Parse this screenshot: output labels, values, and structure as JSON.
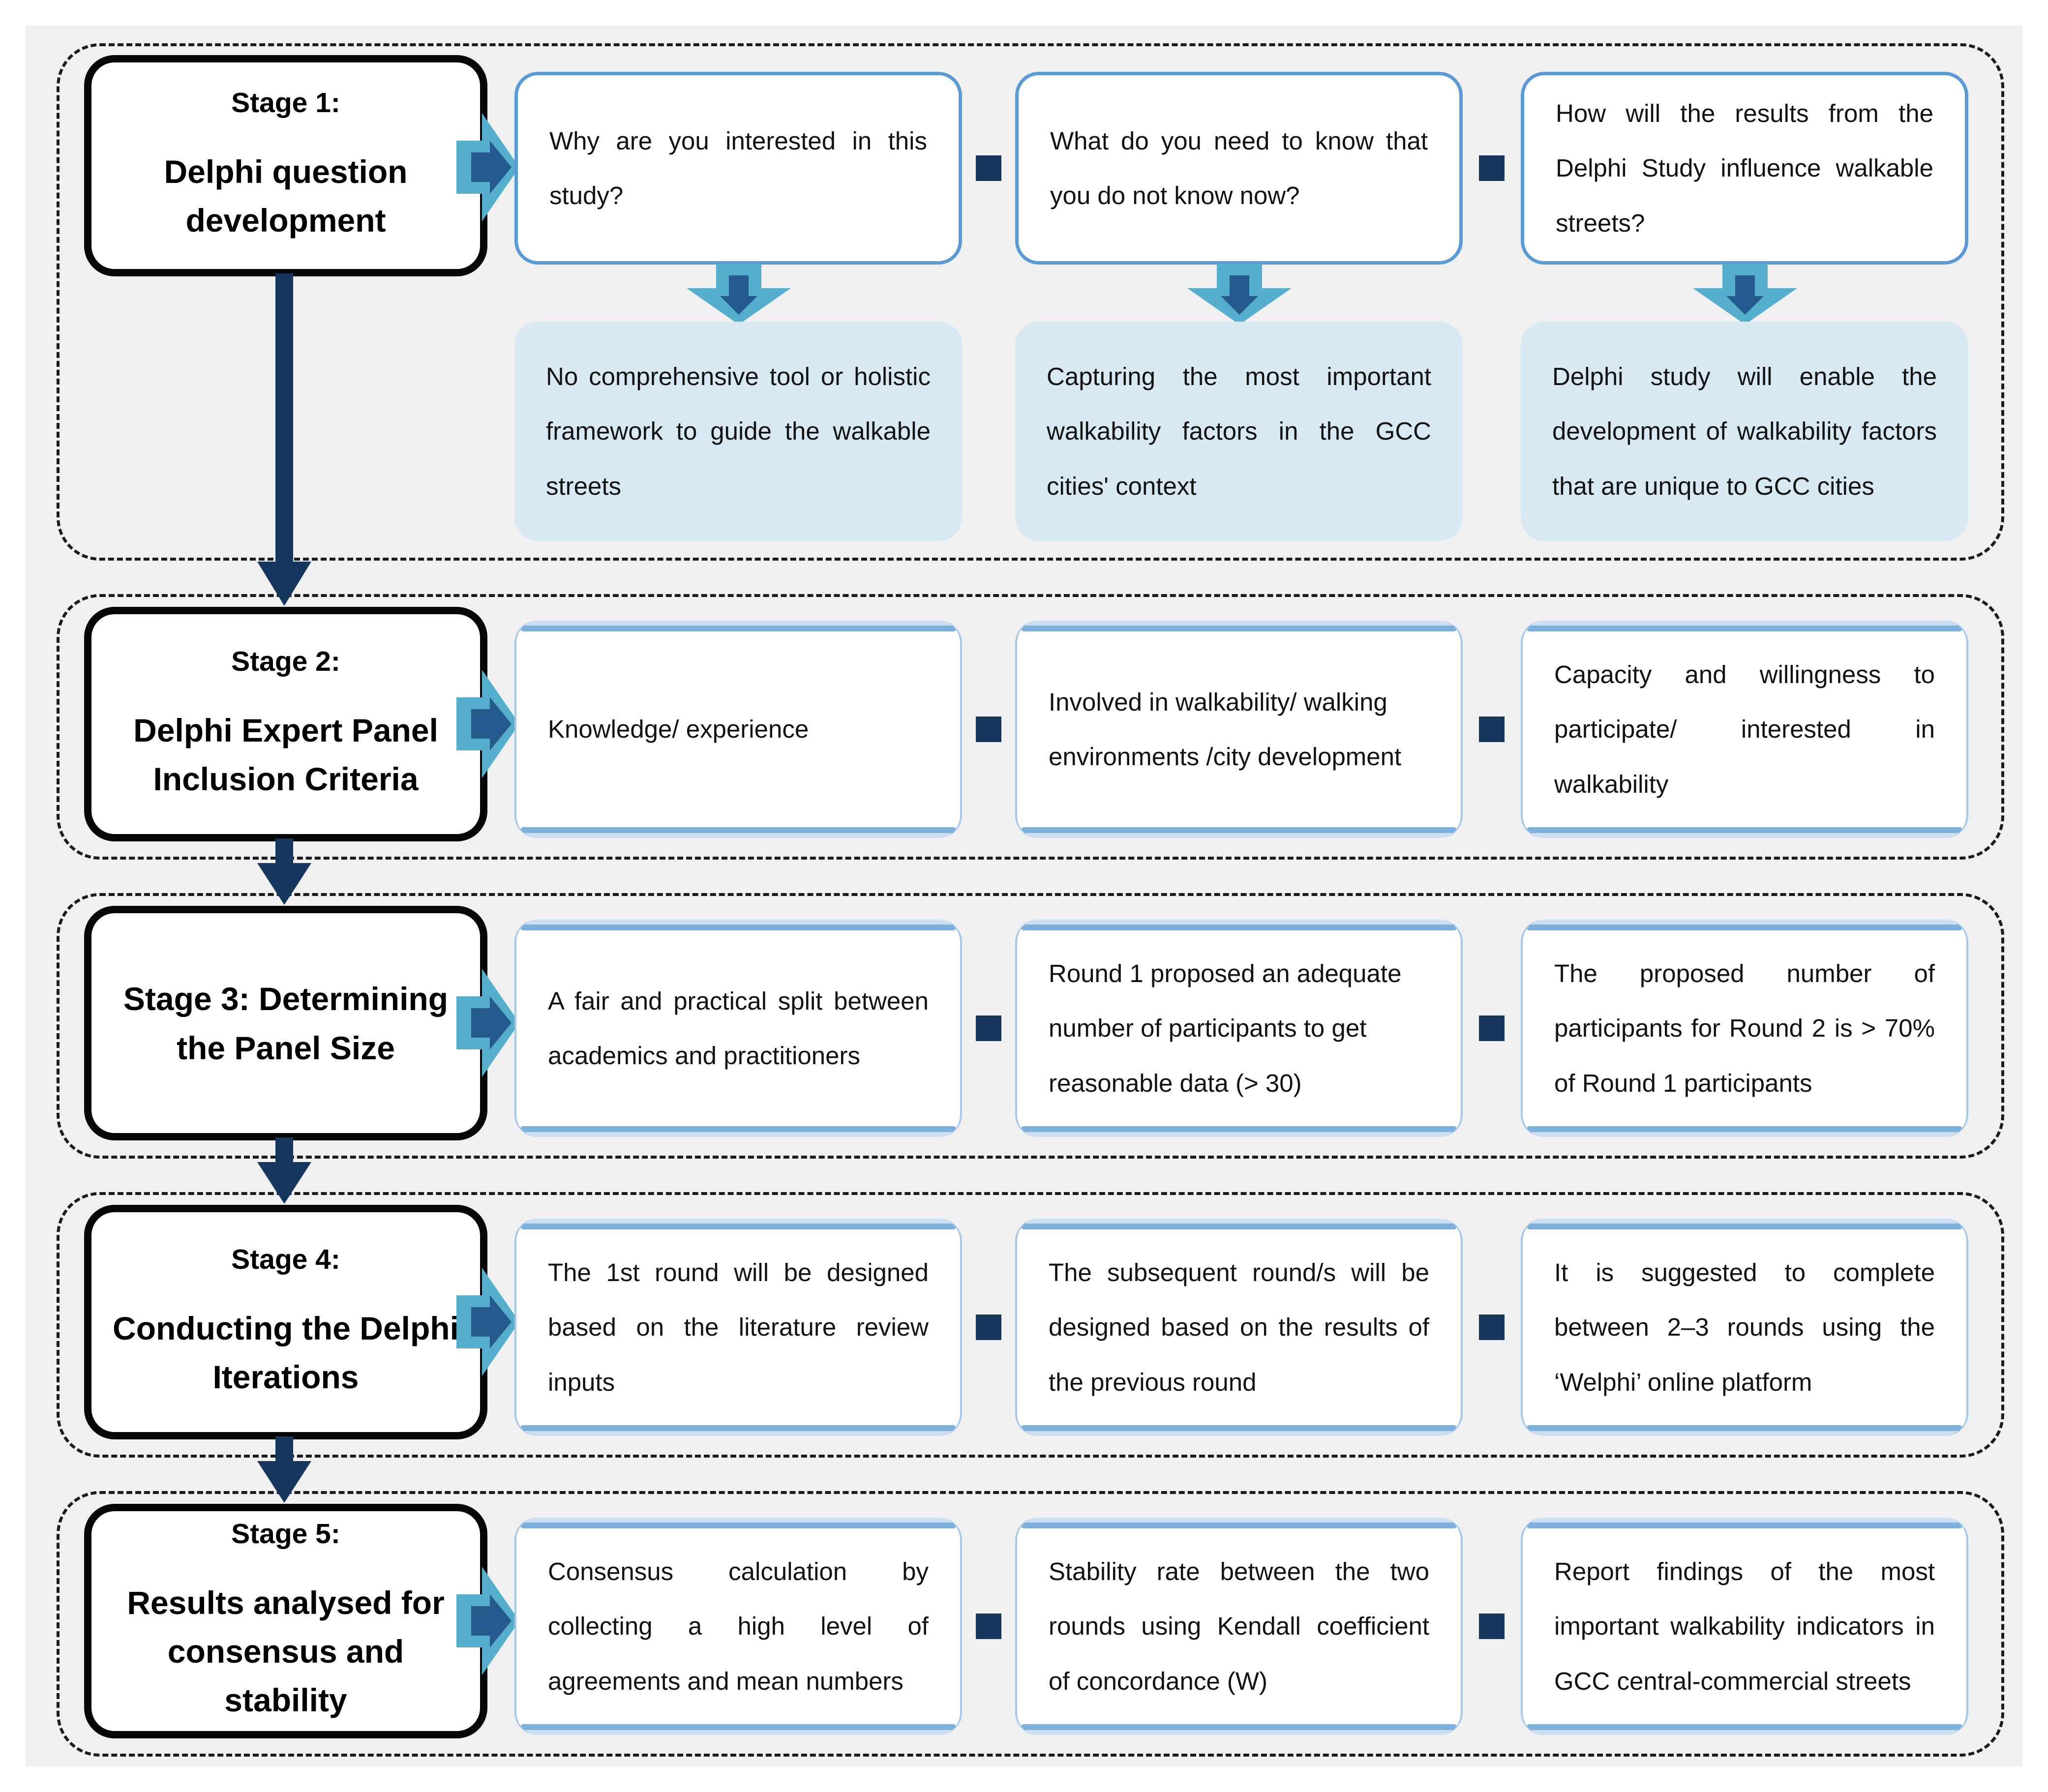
{
  "diagram_title": "Delphi study methodology stages",
  "colors": {
    "background": "#f0f0f1",
    "question_card_border": "#5b9bd5",
    "answer_card_fill": "#d9e9f3",
    "card_edge_light": "#a5c8e8",
    "card_edge_bar": "#7eb0dc",
    "arrow_light_blue": "#56aecd",
    "arrow_inner_navy": "#245a8d",
    "connector_navy": "#17365d",
    "stage_box_border": "#070707",
    "dashed_outline": "#1b1b1b"
  },
  "icons": {
    "stage_flow": "down-block-arrow",
    "stage_output": "right-chevron-arrow",
    "question_to_answer": "down-chevron-arrow",
    "card_connector": "navy-square"
  },
  "stages": [
    {
      "label": "Stage 1:",
      "title": "Delphi question development",
      "questions": [
        "Why are you interested in this study?",
        "What do you need to know that you do not know now?",
        "How will the results from the Delphi Study influence walkable streets?"
      ],
      "answers": [
        "No comprehensive tool or holistic framework to guide the walkable streets",
        "Capturing the most important walkability factors in the GCC cities' context",
        "Delphi study will enable the development of walkability factors that are unique to GCC cities"
      ]
    },
    {
      "label": "Stage 2:",
      "title": "Delphi Expert Panel Inclusion Criteria",
      "boxes": [
        "Knowledge/ experience",
        "Involved in walkability/ walking environments /city development",
        "Capacity and willingness to participate/ interested in walkability"
      ]
    },
    {
      "label": "Stage 3:",
      "title": "Determining the Panel Size",
      "boxes": [
        "A fair and practical split between academics and practitioners",
        "Round 1 proposed an adequate number of participants to get reasonable data (> 30)",
        "The proposed number of participants for Round 2 is > 70% of Round 1 participants"
      ]
    },
    {
      "label": "Stage 4:",
      "title": "Conducting the Delphi Iterations",
      "boxes": [
        "The 1st round will be designed based on the literature review inputs",
        "The subsequent round/s will be designed based on the results of the previous round",
        "It is suggested to complete between 2–3 rounds using the ‘Welphi’ online platform"
      ]
    },
    {
      "label": "Stage 5:",
      "title": "Results analysed for consensus and stability",
      "boxes": [
        "Consensus calculation by collecting a high level of agreements and mean numbers",
        "Stability rate between the two rounds using Kendall coefficient of concordance (W)",
        "Report findings of the most important walkability indicators in GCC central-commercial streets"
      ]
    }
  ]
}
